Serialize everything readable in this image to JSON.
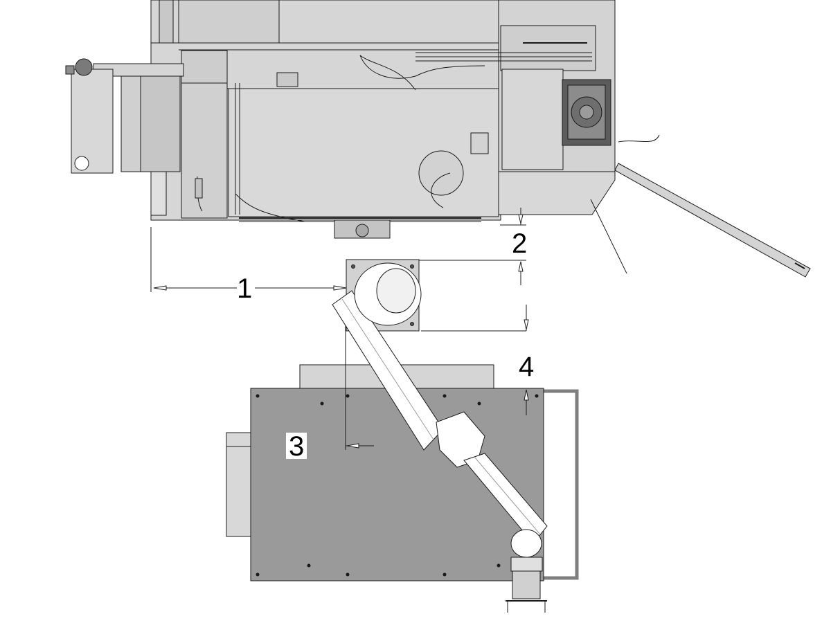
{
  "callouts": {
    "c1": "1",
    "c2": "2",
    "c3": "3",
    "c4": "4"
  },
  "colors": {
    "machine_fill": "#d6d6d6",
    "machine_panel": "#cbcbcb",
    "machine_dark": "#b9b9b9",
    "line": "#1a1a1a",
    "table_fill": "#9a9a9a",
    "table_frame": "#7f7f7f",
    "robot_fill": "#ffffff",
    "robot_shade": "#e2e2e2",
    "background": "#ffffff"
  }
}
